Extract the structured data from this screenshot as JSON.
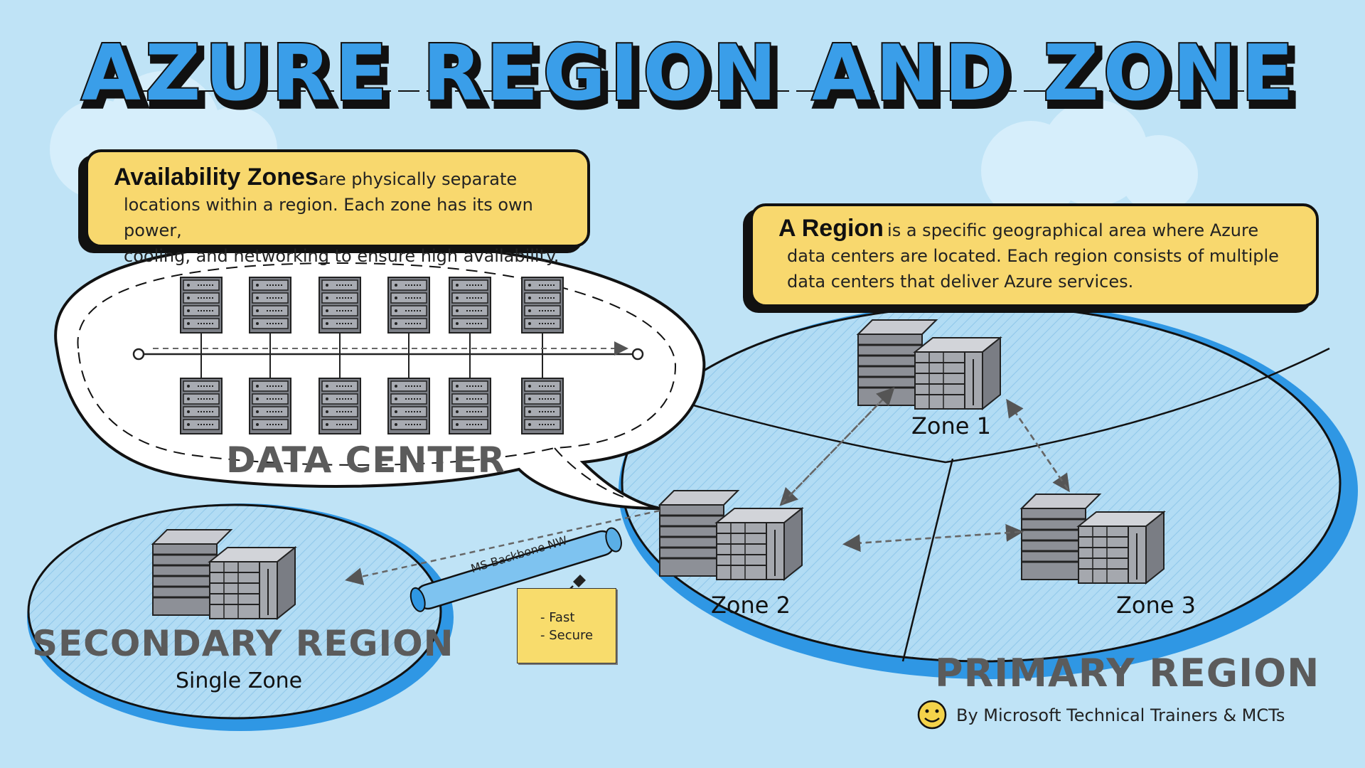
{
  "title": "AZURE REGION AND ZONE",
  "availability_callout": {
    "lead": "Availability Zones",
    "text_line1": "are physically separate",
    "text_line2": "locations within a region. Each zone has its own power,",
    "text_line3": "cooling, and networking to ensure high availability."
  },
  "region_callout": {
    "lead": "A Region",
    "text_line1": "is a specific geographical area where Azure",
    "text_line2": "data centers are located. Each region consists of multiple",
    "text_line3": "data centers that deliver Azure services."
  },
  "data_center_label": "DATA CENTER",
  "primary_region": {
    "label": "PRIMARY REGION",
    "zones": [
      "Zone 1",
      "Zone 2",
      "Zone 3"
    ]
  },
  "secondary_region": {
    "label": "SECONDARY REGION",
    "sublabel": "Single Zone"
  },
  "backbone_label": "MS Backbone NW",
  "sticky_note": {
    "items": [
      "- Fast",
      "- Secure"
    ]
  },
  "credit": "By Microsoft Technical Trainers & MCTs",
  "colors": {
    "background": "#bfe3f6",
    "accent_blue": "#2f97e4",
    "callout_yellow": "#f8d86e",
    "label_gray": "#5b5b5b"
  },
  "icons": [
    "server-rack-icon",
    "datacenter-building-icon",
    "smiley-icon",
    "pin-icon"
  ]
}
